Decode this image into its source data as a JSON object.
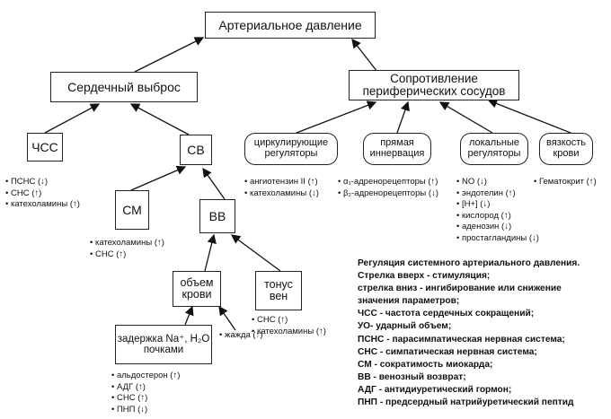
{
  "nodes": {
    "bp": "Артериальное давление",
    "co": "Сердечный выброс",
    "pr": "Сопротивление периферических сосудов",
    "hr": "ЧСС",
    "sv": "СВ",
    "sm": "СМ",
    "vv": "ВВ",
    "circ": "циркулирующие регуляторы",
    "inn": "прямая иннервация",
    "loc": "локальные регуляторы",
    "visc": "вязкость крови",
    "vol": "объем крови",
    "tone": "тонус вен",
    "ret": "задержка Na⁺, H₂O почками",
    "thirst": "жажда (↑)"
  },
  "lists": {
    "hr": [
      "ПСНС (↓)",
      "СНС (↑)",
      "катехоламины (↑)"
    ],
    "sm": [
      "катехоламины (↑)",
      "СНС (↑)"
    ],
    "circ": [
      "ангиотензин II (↑)",
      "катехоламины (↓)"
    ],
    "inn": [
      "α₁-адренорецепторы (↑)",
      "β₂-адренорецепторы (↓)"
    ],
    "loc": [
      "NO (↓)",
      "эндотелин (↑)",
      "[H+] (↓)",
      "кислород (↑)",
      "аденозин (↓)",
      "простагландины (↓)"
    ],
    "visc": [
      "Гематокрит (↑)"
    ],
    "tone": [
      "СНС (↑)",
      "катехоламины (↑)"
    ],
    "ret": [
      "альдостерон (↑)",
      "АДГ (↑)",
      "СНС (↑)",
      "ПНП (↓)"
    ]
  },
  "legend": [
    "Регуляция системного артериального давления.",
    "Стрелка вверх - стимуляция;",
    "стрелка вниз - ингибирование или снижение",
    "значения параметров;",
    "ЧСС - частота сердечных сокращений;",
    "УО- ударный объем;",
    "ПСНС - парасимпатическая нервная система;",
    "СНС - симпатическая нервная система;",
    "СМ - сократимость миокарда;",
    "ВВ - венозный возврат;",
    "АДГ - антидиуретический гормон;",
    "ПНП - предсердный натрийуретический пептид"
  ]
}
